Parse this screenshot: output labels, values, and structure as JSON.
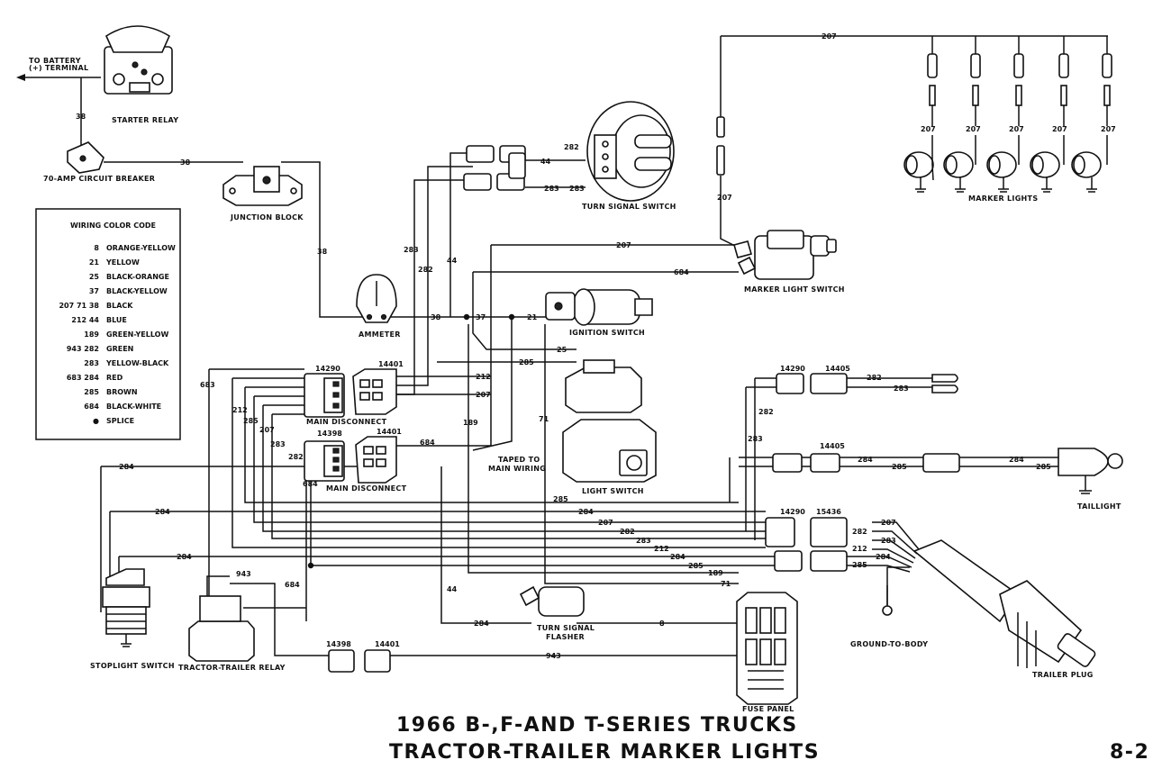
{
  "title": {
    "line1": "1966 B-,F-AND T-SERIES TRUCKS",
    "line2": "TRACTOR-TRAILER MARKER LIGHTS",
    "page": "8-2"
  },
  "components": {
    "battery_terminal": "TO BATTERY (+) TERMINAL",
    "battery_line1": "TO BATTERY",
    "battery_line2": "(+) TERMINAL",
    "starter_relay": "STARTER RELAY",
    "circuit_breaker": "70-AMP CIRCUIT BREAKER",
    "junction_block": "JUNCTION BLOCK",
    "ammeter": "AMMETER",
    "turn_signal_switch": "TURN SIGNAL SWITCH",
    "ignition_switch": "IGNITION SWITCH",
    "light_switch": "LIGHT SWITCH",
    "marker_light_switch": "MARKER LIGHT SWITCH",
    "marker_lights": "MARKER LIGHTS",
    "main_disconnect_1": "MAIN DISCONNECT",
    "main_disconnect_2": "MAIN DISCONNECT",
    "taped": "TAPED TO MAIN WIRING",
    "taped_line1": "TAPED TO",
    "taped_line2": "MAIN WIRING",
    "turn_signal_flasher": "TURN SIGNAL FLASHER",
    "flasher_line1": "TURN SIGNAL",
    "flasher_line2": "FLASHER",
    "fuse_panel": "FUSE PANEL",
    "stoplight_switch": "STOPLIGHT SWITCH",
    "tractor_trailer_relay": "TRACTOR-TRAILER RELAY",
    "taillight": "TAILLIGHT",
    "ground_to_body": "GROUND-TO-BODY",
    "trailer_plug": "TRAILER PLUG"
  },
  "connectors": {
    "c14290a": "14290",
    "c14401a": "14401",
    "c14398b": "14398",
    "c14401b": "14401",
    "c14290r": "14290",
    "c14405r": "14405",
    "c14405t": "14405",
    "c14290s": "14290",
    "c15436s": "15436",
    "c14398c": "14398",
    "c14401c": "14401"
  },
  "wiring_code": {
    "heading": "WIRING COLOR CODE",
    "entries": [
      {
        "nums": "8",
        "color": "ORANGE-YELLOW"
      },
      {
        "nums": "21",
        "color": "YELLOW"
      },
      {
        "nums": "25",
        "color": "BLACK-ORANGE"
      },
      {
        "nums": "37",
        "color": "BLACK-YELLOW"
      },
      {
        "nums": "207  71  38",
        "color": "BLACK"
      },
      {
        "nums": "212  44",
        "color": "BLUE"
      },
      {
        "nums": "189",
        "color": "GREEN-YELLOW"
      },
      {
        "nums": "943  282",
        "color": "GREEN"
      },
      {
        "nums": "283",
        "color": "YELLOW-BLACK"
      },
      {
        "nums": "683  284",
        "color": "RED"
      },
      {
        "nums": "285",
        "color": "BROWN"
      },
      {
        "nums": "684",
        "color": "BLACK-WHITE"
      },
      {
        "nums": "●",
        "color": "SPLICE"
      }
    ]
  },
  "wire_labels": {
    "w_38a": "38",
    "w_38b": "38",
    "w_38c": "38",
    "w_38d": "38",
    "w_37": "37",
    "w_21": "21",
    "w_25": "25",
    "w_44a": "44",
    "w_44b": "44",
    "w_282a": "282",
    "w_283a": "283",
    "w_282b": "282",
    "w_283b": "283",
    "w_207top": "207",
    "w_207m1": "207",
    "w_207m2": "207",
    "w_207m3": "207",
    "w_207m4": "207",
    "w_207m5": "207",
    "w_207v": "207",
    "w_207h": "207",
    "w_684h": "684",
    "w_283v": "283",
    "w_282v": "282",
    "w_285c": "285",
    "w_212c": "212",
    "w_207c": "207",
    "w_683": "683",
    "w_212l": "212",
    "w_285l": "285",
    "w_207l": "207",
    "w_283l": "283",
    "w_282l": "282",
    "w_684l": "684",
    "w_684d": "684",
    "w_189": "189",
    "w_71": "71",
    "w_282r": "282",
    "w_283r": "283",
    "w_282rv": "282",
    "w_283rv": "283",
    "w_284t1": "284",
    "w_285t1": "285",
    "w_284t2": "284",
    "w_285t2": "285",
    "w_284a": "284",
    "w_284b": "284",
    "w_284c": "284",
    "w_285d": "285",
    "w_284e": "284",
    "w_207e": "207",
    "w_282e": "282",
    "w_283e": "283",
    "w_212e": "212",
    "w_284f": "284",
    "w_285f": "285",
    "w_189f": "189",
    "w_71f": "71",
    "w_684g": "684",
    "w_943": "943",
    "w_943b": "943",
    "w_44c": "44",
    "w_284g": "284",
    "w_8": "8",
    "w_207p": "207",
    "w_282p": "282",
    "w_283p": "283",
    "w_212p": "212",
    "w_284p": "284",
    "w_285p": "285"
  }
}
